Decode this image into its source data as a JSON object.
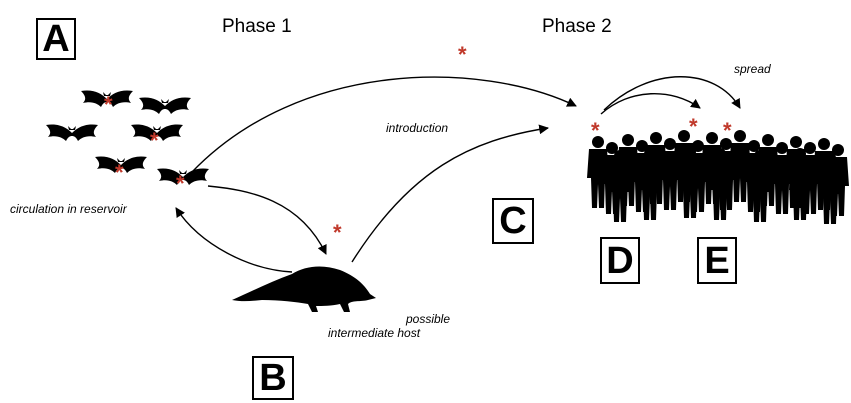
{
  "panels": {
    "a": "A",
    "b": "B",
    "c": "C",
    "d": "D",
    "e": "E"
  },
  "phases": {
    "phase1": "Phase 1",
    "phase2": "Phase 2"
  },
  "captions": {
    "circulation": "circulation in reservoir",
    "introduction": "introduction",
    "spread": "spread",
    "host_line1": "possible",
    "host_line2": "intermediate host"
  },
  "marker": {
    "symbol": "*",
    "color": "#c0392b"
  }
}
